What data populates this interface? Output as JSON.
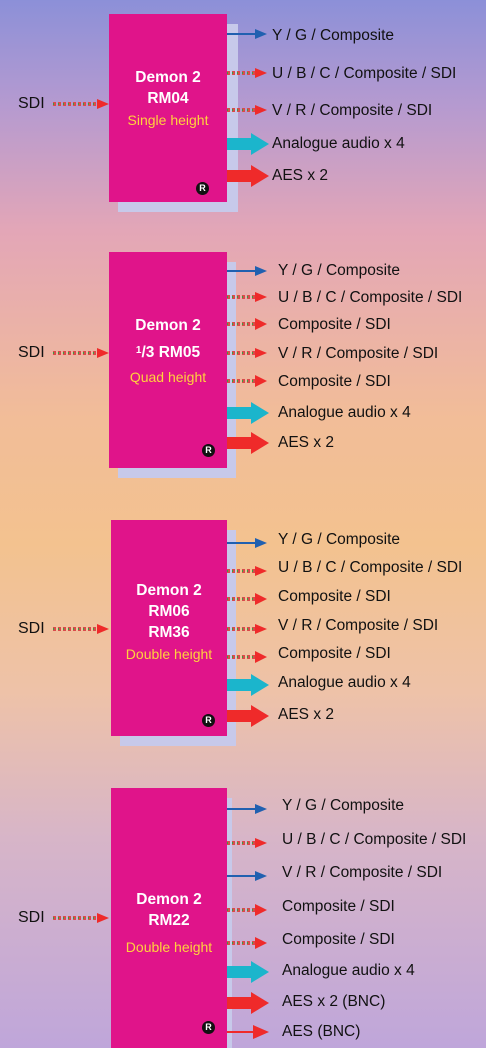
{
  "colors": {
    "module": "#e0148a",
    "subtitle": "#ffd23d",
    "blue": "#2060b0",
    "audio": "#1bb5cc",
    "aes": "#ef2a2a"
  },
  "modules": [
    {
      "input": "SDI",
      "name_line1": "Demon 2",
      "name_line2": "RM04",
      "subtitle": "Single height",
      "badge": "R",
      "outputs": [
        {
          "label": "Y / G / Composite",
          "arrow": "blue-thin"
        },
        {
          "label": "U / B / C / Composite / SDI",
          "arrow": "multi"
        },
        {
          "label": "V / R / Composite / SDI",
          "arrow": "multi"
        },
        {
          "label": "Analogue audio x 4",
          "arrow": "cyan-thick"
        },
        {
          "label": "AES x 2",
          "arrow": "red-thick"
        }
      ]
    },
    {
      "input": "SDI",
      "name_line1": "Demon 2",
      "name_sup": "1",
      "name_line2": "/3 RM05",
      "subtitle": "Quad height",
      "badge": "R",
      "outputs": [
        {
          "label": "Y / G / Composite",
          "arrow": "blue-thin"
        },
        {
          "label": "U / B / C / Composite / SDI",
          "arrow": "multi"
        },
        {
          "label": "Composite / SDI",
          "arrow": "multi-red"
        },
        {
          "label": "V / R / Composite / SDI",
          "arrow": "multi"
        },
        {
          "label": "Composite / SDI",
          "arrow": "multi-red"
        },
        {
          "label": "Analogue audio x 4",
          "arrow": "cyan-thick"
        },
        {
          "label": "AES x 2",
          "arrow": "red-thick"
        }
      ]
    },
    {
      "input": "SDI",
      "name_line1": "Demon 2",
      "name_line2": "RM06",
      "name_line3": "RM36",
      "subtitle": "Double height",
      "badge": "R",
      "outputs": [
        {
          "label": "Y / G / Composite",
          "arrow": "blue-thin"
        },
        {
          "label": "U / B / C / Composite / SDI",
          "arrow": "multi"
        },
        {
          "label": "Composite / SDI",
          "arrow": "multi-red"
        },
        {
          "label": "V / R / Composite / SDI",
          "arrow": "multi"
        },
        {
          "label": "Composite / SDI",
          "arrow": "multi-red"
        },
        {
          "label": "Analogue audio x 4",
          "arrow": "cyan-thick"
        },
        {
          "label": "AES x 2",
          "arrow": "red-thick"
        }
      ]
    },
    {
      "input": "SDI",
      "name_line1": "Demon 2",
      "name_line2": "RM22",
      "subtitle": "Double height",
      "badge": "R",
      "outputs": [
        {
          "label": "Y / G / Composite",
          "arrow": "blue-thin"
        },
        {
          "label": "U / B / C / Composite / SDI",
          "arrow": "multi"
        },
        {
          "label": "V / R / Composite / SDI",
          "arrow": "blue-thin"
        },
        {
          "label": "Composite / SDI",
          "arrow": "multi-red"
        },
        {
          "label": "Composite / SDI",
          "arrow": "multi-red"
        },
        {
          "label": "Analogue audio x 4",
          "arrow": "cyan-thick"
        },
        {
          "label": "AES x 2 (BNC)",
          "arrow": "red-thick"
        },
        {
          "label": "AES (BNC)",
          "arrow": "red-thin"
        }
      ]
    }
  ]
}
